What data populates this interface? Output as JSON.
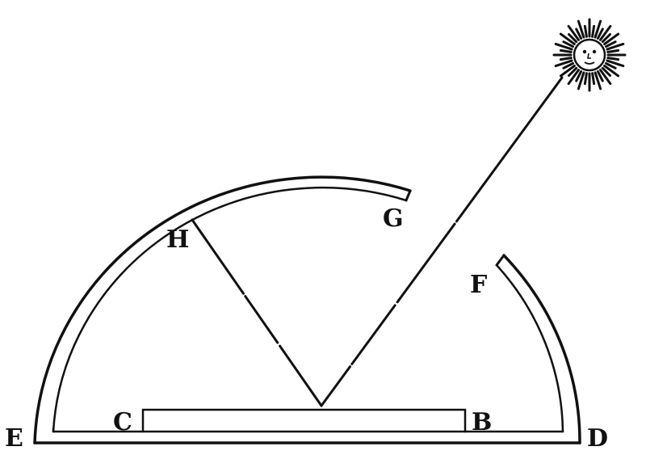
{
  "diagram": {
    "labels": {
      "E": "E",
      "C": "C",
      "B": "B",
      "D": "D",
      "H": "H",
      "G": "G",
      "F": "F"
    },
    "sun": {
      "icon": "sun-with-face-icon"
    },
    "colors": {
      "ink": "#111111",
      "paper": "#ffffff"
    }
  }
}
